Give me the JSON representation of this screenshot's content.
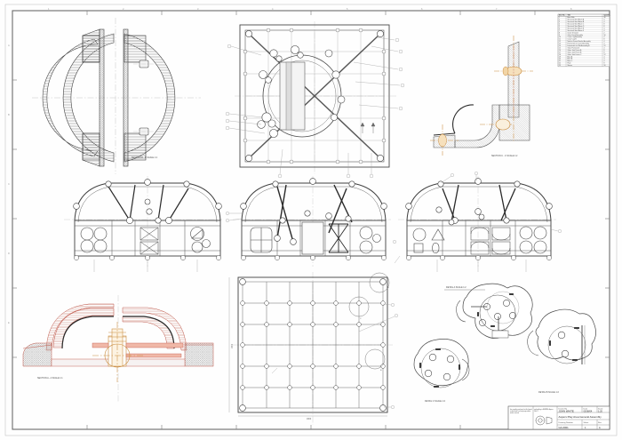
{
  "sheet": {
    "background": "#fefefe",
    "border_color": "#6b6b6b",
    "line_color": "#4a4a4a",
    "zone_labels_top": [
      "1",
      "2",
      "3",
      "4",
      "5",
      "6",
      "7",
      "8"
    ],
    "zone_labels_left": [
      "A",
      "B",
      "C",
      "D",
      "E"
    ]
  },
  "views": [
    {
      "id": "section-bb",
      "label": "SECTION B - B SCALE 1:1",
      "type": "section",
      "description": "Circular ring cross section with hatched arcs and vertical web plate"
    },
    {
      "id": "top-plan-frame",
      "label": "",
      "type": "plan",
      "description": "Square space frame plan with diagonal cross bracing and central hub"
    },
    {
      "id": "section-cc",
      "label": "SECTION C - C SCALE 1:2",
      "type": "section",
      "description": "Corner foundation detail with curved fillet and vertical post"
    },
    {
      "id": "elevation-left",
      "label": "",
      "type": "elevation",
      "description": "Arched canopy elevation with cable stays and panelled base"
    },
    {
      "id": "elevation-center",
      "label": "",
      "type": "elevation",
      "description": "Arched canopy elevation with inclined struts and braced core"
    },
    {
      "id": "elevation-right",
      "label": "",
      "type": "elevation",
      "description": "Arched canopy elevation with hanger rods and equipment panels"
    },
    {
      "id": "section-aa",
      "label": "SECTION A - A SCALE 1:1",
      "type": "section",
      "description": "Hatched dome shell section with central bolted connection"
    },
    {
      "id": "base-grid-plan",
      "label": "",
      "type": "plan",
      "description": "Base slab plan 6 by 6 column grid with detail callouts",
      "dim_width": "1800",
      "dim_height": "1800"
    },
    {
      "id": "detail-a",
      "label": "DETAIL A SCALE 1:2",
      "type": "detail",
      "description": "Node connection plate with bolt holes"
    },
    {
      "id": "detail-b",
      "label": "DETAIL B SCALE 1:2",
      "type": "detail",
      "description": "Node connection plate with bolt holes"
    },
    {
      "id": "detail-c",
      "label": "DETAIL C SCALE 1:2",
      "type": "detail",
      "description": "Node connection plate with bolt holes"
    }
  ],
  "detail_callouts": [
    "A",
    "B",
    "C"
  ],
  "parts_table": {
    "headers": [
      "Item No.",
      "Title",
      "Quantity"
    ],
    "rows": [
      [
        "1",
        "Base Slab",
        "36"
      ],
      [
        "2",
        "Structural Steel Beam A",
        "4"
      ],
      [
        "3",
        "Structural Steel Beam B",
        "4"
      ],
      [
        "4",
        "Structural Steel Beam C",
        "8"
      ],
      [
        "5",
        "Structural Steel Beam D",
        "8"
      ],
      [
        "6",
        "Structural Steel Beam E",
        "4"
      ],
      [
        "7",
        "Structural Steel Beam F",
        "4"
      ],
      [
        "8",
        "Chain Tensioner",
        "2"
      ],
      [
        "9",
        "Glass Panel Assembly",
        "16"
      ],
      [
        "10",
        "Cover Cap Assembly",
        "4"
      ],
      [
        "11",
        "Cover Cap B",
        "8"
      ],
      [
        "12",
        "Node to Frame Bracket Assembly",
        "4"
      ],
      [
        "13",
        "Framework for Cover Assembly",
        "4"
      ],
      [
        "14",
        "Framework for Slab Assembly B",
        "12"
      ],
      [
        "15",
        "Glass Framework",
        "4"
      ],
      [
        "16",
        "Glass Joint Frame A",
        "8"
      ],
      [
        "17",
        "Glass Joint Frame B",
        "8"
      ],
      [
        "18",
        "Glass Joint Frame C",
        "12"
      ],
      [
        "19",
        "Base A",
        "4"
      ],
      [
        "20",
        "Base B",
        "4"
      ],
      [
        "21",
        "Base C",
        "4"
      ],
      [
        "22",
        "Plate",
        "8"
      ],
      [
        "23",
        "Sleeve",
        "16"
      ]
    ]
  },
  "title_block": {
    "copyright_note": "© Drawing remains the property of the company and must not be copied or disclosed to a third party without written consent",
    "approval_note": "Drawing to be complete and conforming to BS8888. Aspers 2004 ©",
    "projection": "third-angle-projection-symbol",
    "drawn_by_label": "Drawn By",
    "drawn_by": "JOHN WHITE",
    "date_label": "Date",
    "date": "03/08/04",
    "scale_label": "Scale",
    "scale": "1:20",
    "title_label": "Drawing Title",
    "title": "Aspers Play Area General Assembly",
    "drawing_number_label": "Drawing Number",
    "drawing_number": "GA-0001",
    "sheet_label": "Sheet",
    "sheet": "1",
    "revision_label": "Rev",
    "revision": "A",
    "size_label": "Size",
    "size": "A1"
  }
}
